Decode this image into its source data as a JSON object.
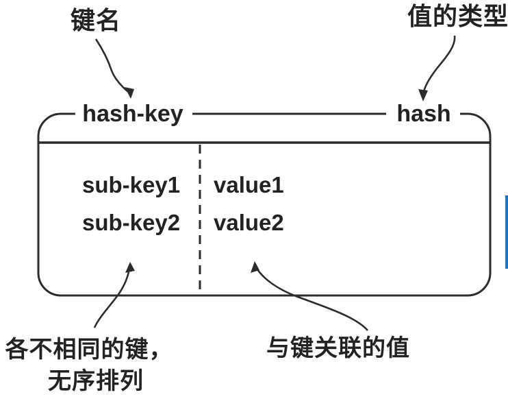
{
  "diagram": {
    "top_annotations": {
      "key_name": "键名",
      "value_type": "值的类型"
    },
    "box": {
      "key_label": "hash-key",
      "type_label": "hash",
      "rows": [
        {
          "sub_key": "sub-key1",
          "value": "value1"
        },
        {
          "sub_key": "sub-key2",
          "value": "value2"
        }
      ]
    },
    "bottom_annotations": {
      "keys_note_line1": "各不相同的键，",
      "keys_note_line2": "无序排列",
      "values_note": "与键关联的值"
    },
    "colors": {
      "stroke": "#2b2b2b",
      "accent_bar": "#1877d2"
    }
  }
}
